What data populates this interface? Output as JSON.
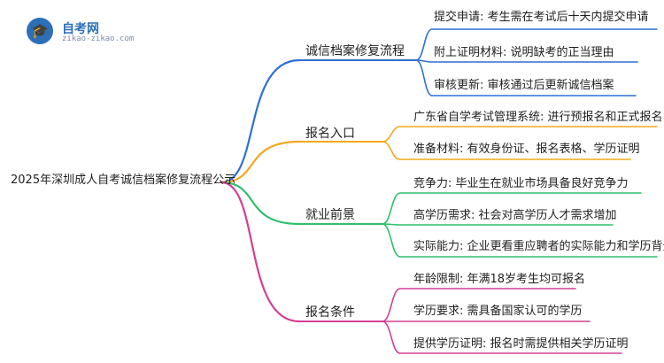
{
  "logo": {
    "name": "自考网",
    "site": "zikao-zikao.com",
    "icon": "graduation-cap-icon"
  },
  "root": "2025年深圳成人自考诚信档案修复流程公示",
  "colors": {
    "blue": "#2f6fd6",
    "orange": "#f2a81d",
    "green": "#2fbf6a",
    "magenta": "#d43f94"
  },
  "branches": [
    {
      "key": "blue",
      "label": "诚信档案修复流程",
      "leaves": [
        "提交申请: 考生需在考试后十天内提交申请",
        "附上证明材料: 说明缺考的正当理由",
        "审核更新: 审核通过后更新诚信档案"
      ]
    },
    {
      "key": "orange",
      "label": "报名入口",
      "leaves": [
        "广东省自学考试管理系统: 进行预报名和正式报名",
        "准备材料: 有效身份证、报名表格、学历证明"
      ]
    },
    {
      "key": "green",
      "label": "就业前景",
      "leaves": [
        "竞争力: 毕业生在就业市场具备良好竞争力",
        "高学历需求: 社会对高学历人才需求增加",
        "实际能力: 企业更看重应聘者的实际能力和学历背景"
      ]
    },
    {
      "key": "magenta",
      "label": "报名条件",
      "leaves": [
        "年龄限制: 年满18岁考生均可报名",
        "学历要求: 需具备国家认可的学历",
        "提供学历证明: 报名时需提供相关学历证明"
      ]
    }
  ]
}
